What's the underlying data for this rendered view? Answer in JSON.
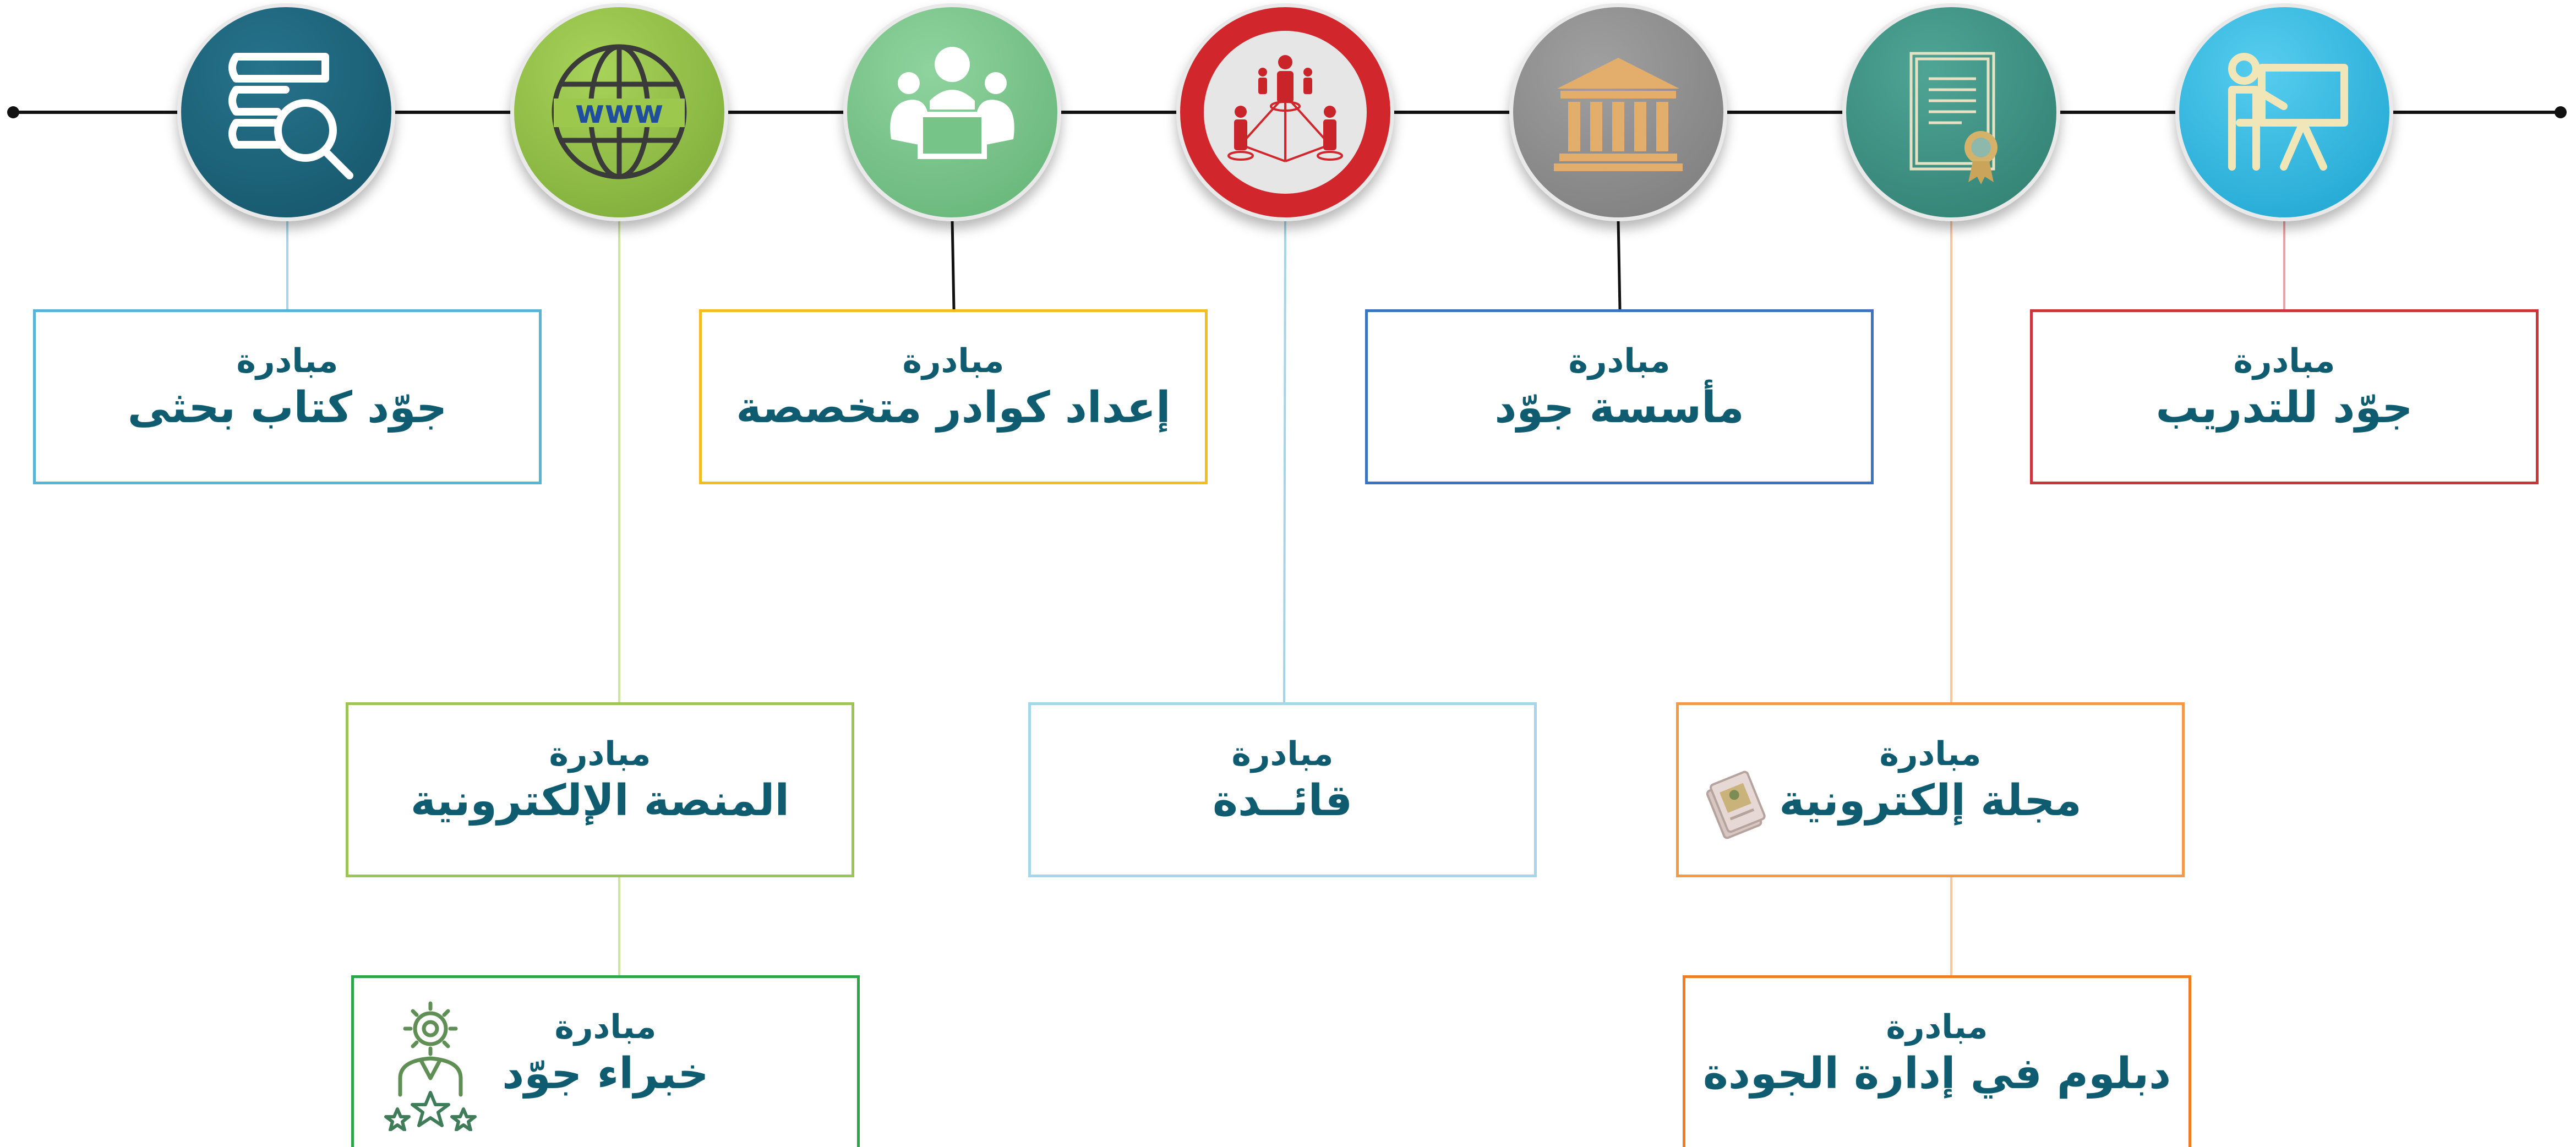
{
  "diagram": {
    "initiative_caption": "مبادرة",
    "nodes": [
      {
        "icon": "training-presentation-icon",
        "color": "#2fb6de"
      },
      {
        "icon": "certificate-icon",
        "color": "#3b8f82"
      },
      {
        "icon": "institution-building-icon",
        "color": "#8c8c8c"
      },
      {
        "icon": "network-people-icon",
        "color": "#d0262c"
      },
      {
        "icon": "team-meeting-icon",
        "color": "#78c28a"
      },
      {
        "icon": "www-globe-icon",
        "color": "#8fc03e"
      },
      {
        "icon": "books-search-icon",
        "color": "#1b6077"
      }
    ],
    "initiatives": [
      {
        "title": "جوّد للتدريب",
        "border": "#c9353a"
      },
      {
        "title": "مأسسة جوّد",
        "border": "#3c72c2"
      },
      {
        "title": "إعداد كوادر متخصصة",
        "border": "#f1be22"
      },
      {
        "title": "جوّد كتاب بحثى",
        "border": "#56b5d6"
      },
      {
        "title": "مجلة إلكترونية",
        "border": "#f39a4a"
      },
      {
        "title": "قائــدة",
        "border": "#a7d6ea"
      },
      {
        "title": "المنصة الإلكترونية",
        "border": "#9dc457"
      },
      {
        "title": "دبلوم في إدارة الجودة",
        "border": "#ef7d22"
      },
      {
        "title": "خبراء جوّد",
        "border": "#2ea44a"
      }
    ],
    "decorations": {
      "magazine_icon": "magazine-icon",
      "expert_icon": "expert-stars-icon"
    }
  }
}
